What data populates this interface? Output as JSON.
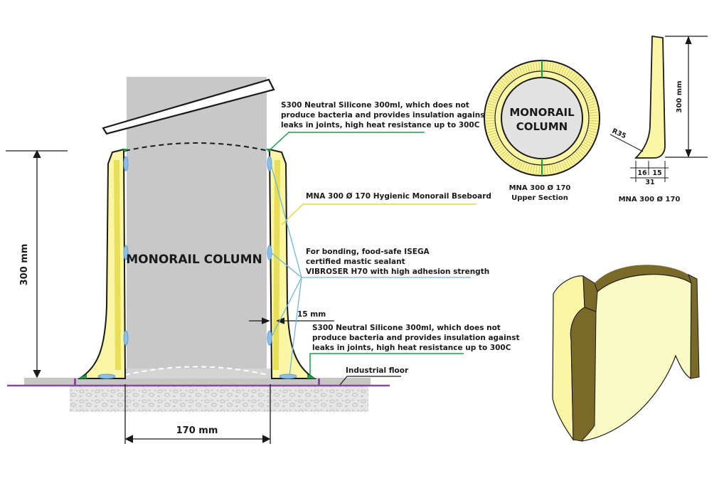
{
  "main": {
    "column_label": "MONORAIL COLUMN",
    "height_dim": "300 mm",
    "width_dim": "170 mm",
    "gap_dim": "15 mm",
    "floor_label": "Industrial floor"
  },
  "callouts": {
    "silicone_top": [
      "S300 Neutral Silicone 300ml, which does not",
      "produce bacteria and provides insulation against",
      "leaks in joints, high heat resistance up to 300C"
    ],
    "baseboard": "MNA 300 Ø 170 Hygienic Monorail Bseboard",
    "mastic": [
      "For bonding, food-safe ISEGA",
      "certified mastic sealant",
      "VIBROSER H70 with high adhesion strength"
    ],
    "silicone_bottom": [
      "S300 Neutral Silicone 300ml, which does not",
      "produce bacteria and provides insulation against",
      "leaks in joints, high heat resistance up to 300C"
    ]
  },
  "upper_section": {
    "label_line1": "MONORAIL",
    "label_line2": "COLUMN",
    "caption_line1": "MNA 300 Ø 170",
    "caption_line2": "Upper Section"
  },
  "profile": {
    "radius": "R35",
    "height": "300 mm",
    "dim_a": "16",
    "dim_b": "15",
    "dim_total": "31",
    "caption": "MNA 300 Ø 170"
  },
  "colors": {
    "baseboard_fill": "#fbf6a4",
    "column_fill": "#c8c8c8",
    "silicone_line": "#1e9e4a",
    "mastic_line": "#6fb6e0",
    "baseboard_line": "#e8d83a",
    "floor_line": "#8a4a9a",
    "shell_edge": "#7a6a2a"
  }
}
